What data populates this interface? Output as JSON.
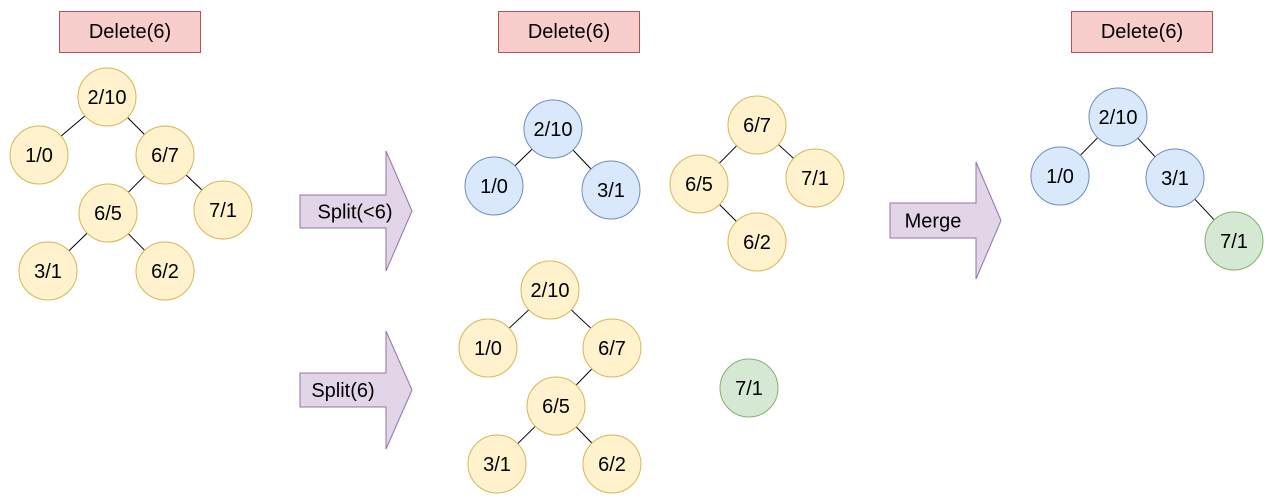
{
  "labels": {
    "delete_1": "Delete(6)",
    "delete_2": "Delete(6)",
    "delete_3": "Delete(6)",
    "arrow_split_lt": "Split(<6)",
    "arrow_split_eq": "Split(6)",
    "arrow_merge": "Merge"
  },
  "colors": {
    "yellow_fill": "#fff2cc",
    "yellow_stroke": "#d6b656",
    "blue_fill": "#dae8fc",
    "blue_stroke": "#6c8ebf",
    "green_fill": "#d5e8d4",
    "green_stroke": "#82b366",
    "purple_fill": "#e1d5e7",
    "purple_stroke": "#9673a6",
    "red_fill": "#f8cecc",
    "red_stroke": "#b85450"
  },
  "trees": [
    {
      "id": "original",
      "nodes": [
        {
          "id": "a",
          "label": "2/10",
          "color": "yellow"
        },
        {
          "id": "b",
          "label": "1/0",
          "color": "yellow"
        },
        {
          "id": "c",
          "label": "6/7",
          "color": "yellow"
        },
        {
          "id": "d",
          "label": "6/5",
          "color": "yellow"
        },
        {
          "id": "e",
          "label": "7/1",
          "color": "yellow"
        },
        {
          "id": "f",
          "label": "3/1",
          "color": "yellow"
        },
        {
          "id": "g",
          "label": "6/2",
          "color": "yellow"
        }
      ],
      "edges": [
        [
          "a",
          "b"
        ],
        [
          "a",
          "c"
        ],
        [
          "c",
          "d"
        ],
        [
          "c",
          "e"
        ],
        [
          "d",
          "f"
        ],
        [
          "d",
          "g"
        ]
      ]
    },
    {
      "id": "split-lt-left",
      "nodes": [
        {
          "id": "a",
          "label": "2/10",
          "color": "blue"
        },
        {
          "id": "b",
          "label": "1/0",
          "color": "blue"
        },
        {
          "id": "c",
          "label": "3/1",
          "color": "blue"
        }
      ],
      "edges": [
        [
          "a",
          "b"
        ],
        [
          "a",
          "c"
        ]
      ]
    },
    {
      "id": "split-lt-right",
      "nodes": [
        {
          "id": "a",
          "label": "6/7",
          "color": "yellow"
        },
        {
          "id": "b",
          "label": "6/5",
          "color": "yellow"
        },
        {
          "id": "c",
          "label": "7/1",
          "color": "yellow"
        },
        {
          "id": "d",
          "label": "6/2",
          "color": "yellow"
        }
      ],
      "edges": [
        [
          "a",
          "b"
        ],
        [
          "a",
          "c"
        ],
        [
          "b",
          "d"
        ]
      ]
    },
    {
      "id": "split-eq-left",
      "nodes": [
        {
          "id": "a",
          "label": "2/10",
          "color": "yellow"
        },
        {
          "id": "b",
          "label": "1/0",
          "color": "yellow"
        },
        {
          "id": "c",
          "label": "6/7",
          "color": "yellow"
        },
        {
          "id": "d",
          "label": "6/5",
          "color": "yellow"
        },
        {
          "id": "e",
          "label": "3/1",
          "color": "yellow"
        },
        {
          "id": "f",
          "label": "6/2",
          "color": "yellow"
        }
      ],
      "edges": [
        [
          "a",
          "b"
        ],
        [
          "a",
          "c"
        ],
        [
          "c",
          "d"
        ],
        [
          "d",
          "e"
        ],
        [
          "d",
          "f"
        ]
      ]
    },
    {
      "id": "split-eq-single",
      "nodes": [
        {
          "id": "a",
          "label": "7/1",
          "color": "green"
        }
      ],
      "edges": []
    },
    {
      "id": "merged",
      "nodes": [
        {
          "id": "a",
          "label": "2/10",
          "color": "blue"
        },
        {
          "id": "b",
          "label": "1/0",
          "color": "blue"
        },
        {
          "id": "c",
          "label": "3/1",
          "color": "blue"
        },
        {
          "id": "d",
          "label": "7/1",
          "color": "green"
        }
      ],
      "edges": [
        [
          "a",
          "b"
        ],
        [
          "a",
          "c"
        ],
        [
          "c",
          "d"
        ]
      ]
    }
  ]
}
